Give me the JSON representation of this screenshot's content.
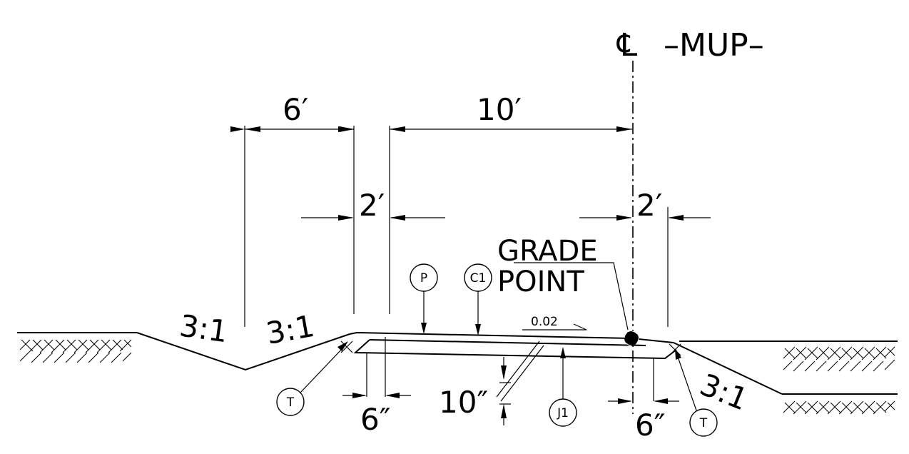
{
  "title": {
    "centerline_symbol": "℄",
    "label": "–MUP–"
  },
  "dimensions": {
    "shoulder_left": "6′",
    "path_half_width": "10′",
    "shoulder_offset_left": "2′",
    "shoulder_offset_right": "2′",
    "pavement_depth": "10″",
    "base_extension_left": "6″",
    "base_extension_right": "6″"
  },
  "slopes": {
    "outer_left": "3:1",
    "inner_left": "3:1",
    "right": "3:1",
    "cross_slope": "0.02"
  },
  "grade_point": {
    "line1": "GRADE",
    "line2": "POINT"
  },
  "callouts": {
    "pavement": "P",
    "course": "C1",
    "base": "J1",
    "toe_left": "T",
    "toe_right": "T"
  }
}
